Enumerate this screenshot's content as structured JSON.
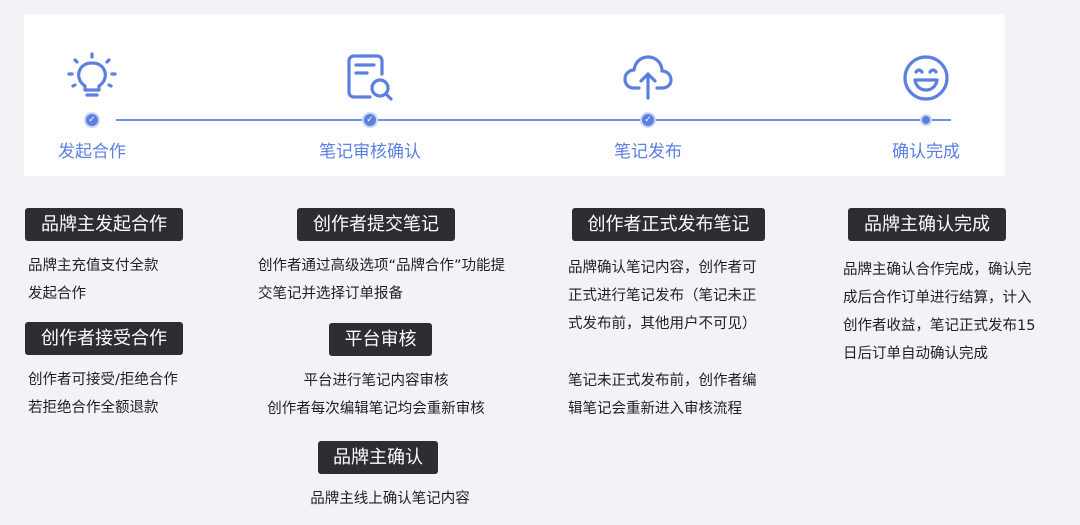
{
  "colors": {
    "accent": "#5b7fe3",
    "pill_bg": "#2c2e33",
    "background": "#f1f3f7"
  },
  "steps": [
    {
      "label": "发起合作",
      "icon": "lightbulb-icon"
    },
    {
      "label": "笔记审核确认",
      "icon": "document-search-icon"
    },
    {
      "label": "笔记发布",
      "icon": "cloud-upload-icon"
    },
    {
      "label": "确认完成",
      "icon": "smiley-face-icon"
    }
  ],
  "sections": {
    "brand_initiate": {
      "title": "品牌主发起合作",
      "lines": [
        "品牌主充值支付全款",
        "发起合作"
      ]
    },
    "creator_accept": {
      "title": "创作者接受合作",
      "lines": [
        "创作者可接受/拒绝合作",
        "若拒绝合作全额退款"
      ]
    },
    "creator_submit": {
      "title": "创作者提交笔记",
      "lines": [
        "创作者通过高级选项“品牌合作”功能提",
        "交笔记并选择订单报备"
      ]
    },
    "platform_review": {
      "title": "平台审核",
      "lines": [
        "平台进行笔记内容审核",
        "创作者每次编辑笔记均会重新审核"
      ]
    },
    "brand_confirm": {
      "title": "品牌主确认",
      "lines": [
        "品牌主线上确认笔记内容"
      ]
    },
    "creator_publish": {
      "title": "创作者正式发布笔记",
      "lines": [
        "品牌确认笔记内容，创作者可",
        "正式进行笔记发布（笔记未正",
        "式发布前，其他用户不可见）"
      ],
      "lines2": [
        "笔记未正式发布前，创作者编",
        "辑笔记会重新进入审核流程"
      ]
    },
    "brand_complete": {
      "title": "品牌主确认完成",
      "lines": [
        "品牌主确认合作完成，确认完",
        "成后合作订单进行结算，计入",
        "创作者收益，笔记正式发布15",
        "日后订单自动确认完成"
      ]
    }
  }
}
